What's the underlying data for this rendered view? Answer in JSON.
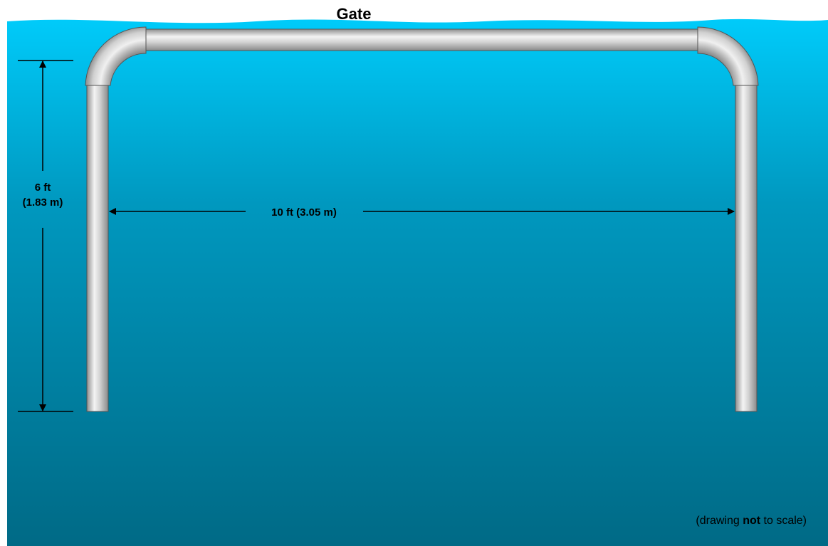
{
  "title": "Gate",
  "height_dimension": {
    "imperial": "6 ft",
    "metric": "(1.83 m)"
  },
  "width_dimension": {
    "label": "10 ft (3.05 m)"
  },
  "note": {
    "before": "(drawing ",
    "emphasis": "not",
    "after": " to scale)"
  },
  "colors": {
    "water_top": "#00c8f8",
    "water_bottom": "#006e8a",
    "pipe_light": "#f2f2f2",
    "pipe_mid": "#c4c4c4",
    "pipe_dark": "#8c8c8c",
    "line": "#000000"
  }
}
